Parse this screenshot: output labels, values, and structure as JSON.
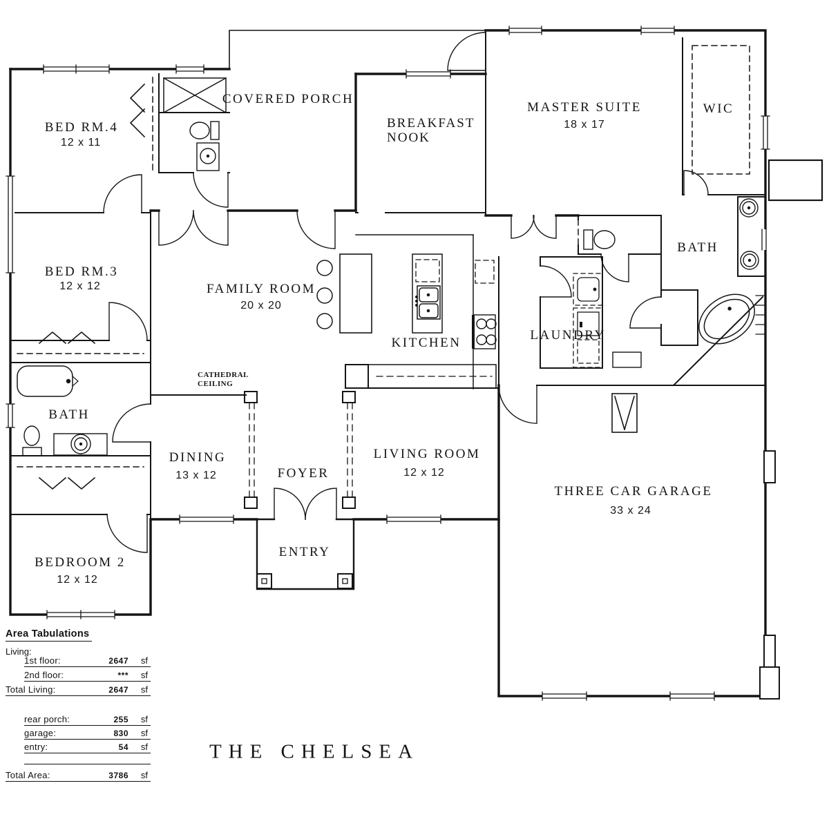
{
  "title": "THE CHELSEA",
  "rooms": {
    "bed4": {
      "name": "BED RM.4",
      "dims": "12 x 11"
    },
    "bed3": {
      "name": "BED RM.3",
      "dims": "12 x 12"
    },
    "bedroom2": {
      "name": "BEDROOM 2",
      "dims": "12 x 12"
    },
    "covered_porch": {
      "name": "COVERED PORCH"
    },
    "breakfast_nook": {
      "line1": "BREAKFAST",
      "line2": "NOOK"
    },
    "master_suite": {
      "name": "MASTER SUITE",
      "dims": "18 x 17"
    },
    "wic": {
      "name": "WIC"
    },
    "master_bath": {
      "name": "BATH"
    },
    "hall_bath": {
      "name": "BATH"
    },
    "family_room": {
      "name": "FAMILY ROOM",
      "dims": "20 x 20"
    },
    "kitchen": {
      "name": "KITCHEN"
    },
    "laundry": {
      "name": "LAUNDRY"
    },
    "dining": {
      "name": "DINING",
      "dims": "13 x 12"
    },
    "foyer": {
      "name": "FOYER"
    },
    "living_room": {
      "name": "LIVING ROOM",
      "dims": "12 x 12"
    },
    "entry": {
      "name": "ENTRY"
    },
    "garage": {
      "name": "THREE CAR GARAGE",
      "dims": "33 x 24"
    }
  },
  "notes": {
    "cathedral_line1": "CATHEDRAL",
    "cathedral_line2": "CEILING"
  },
  "area_tabulations": {
    "heading": "Area Tabulations",
    "section_label": "Living:",
    "rows": [
      {
        "label": "1st floor:",
        "value": "2647",
        "unit": "sf"
      },
      {
        "label": "2nd floor:",
        "value": "***",
        "unit": "sf"
      },
      {
        "label": "Total Living:",
        "value": "2647",
        "unit": "sf"
      },
      {
        "label": "rear porch:",
        "value": "255",
        "unit": "sf"
      },
      {
        "label": "garage:",
        "value": "830",
        "unit": "sf"
      },
      {
        "label": "entry:",
        "value": "54",
        "unit": "sf"
      },
      {
        "label": "Total Area:",
        "value": "3786",
        "unit": "sf"
      }
    ]
  },
  "colors": {
    "line": "#151515",
    "background": "#ffffff"
  }
}
